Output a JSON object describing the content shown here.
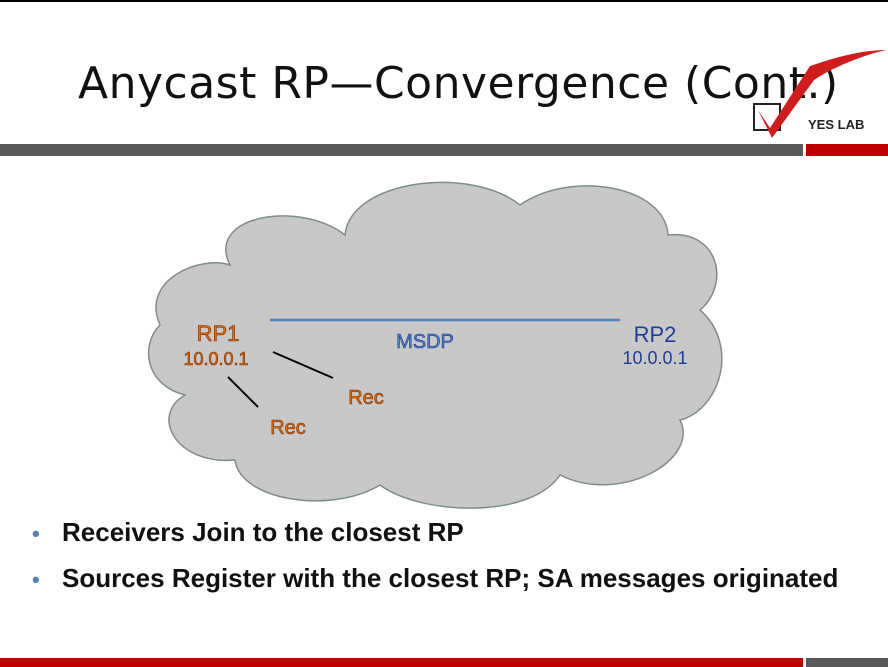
{
  "slide": {
    "title": "Anycast RP—Convergence (Cont.)",
    "logo_text": "YES LAB"
  },
  "diagram": {
    "link_label": "MSDP",
    "rp1": {
      "name": "RP1",
      "address": "10.0.0.1"
    },
    "rp2": {
      "name": "RP2",
      "address": "10.0.0.1"
    },
    "receivers": [
      "Rec",
      "Rec"
    ]
  },
  "bullets": [
    "Receivers Join to the closest RP",
    "Sources Register with the closest RP; SA messages originated"
  ],
  "colors": {
    "cloud_fill": "#c8c8c8",
    "msdp_line": "#4f81bd",
    "rp1_text": "#e36c09",
    "rp2_text": "#1f3d99",
    "accent_red": "#c00000",
    "bar_grey": "#595959",
    "bullet": "#4f81bd"
  }
}
